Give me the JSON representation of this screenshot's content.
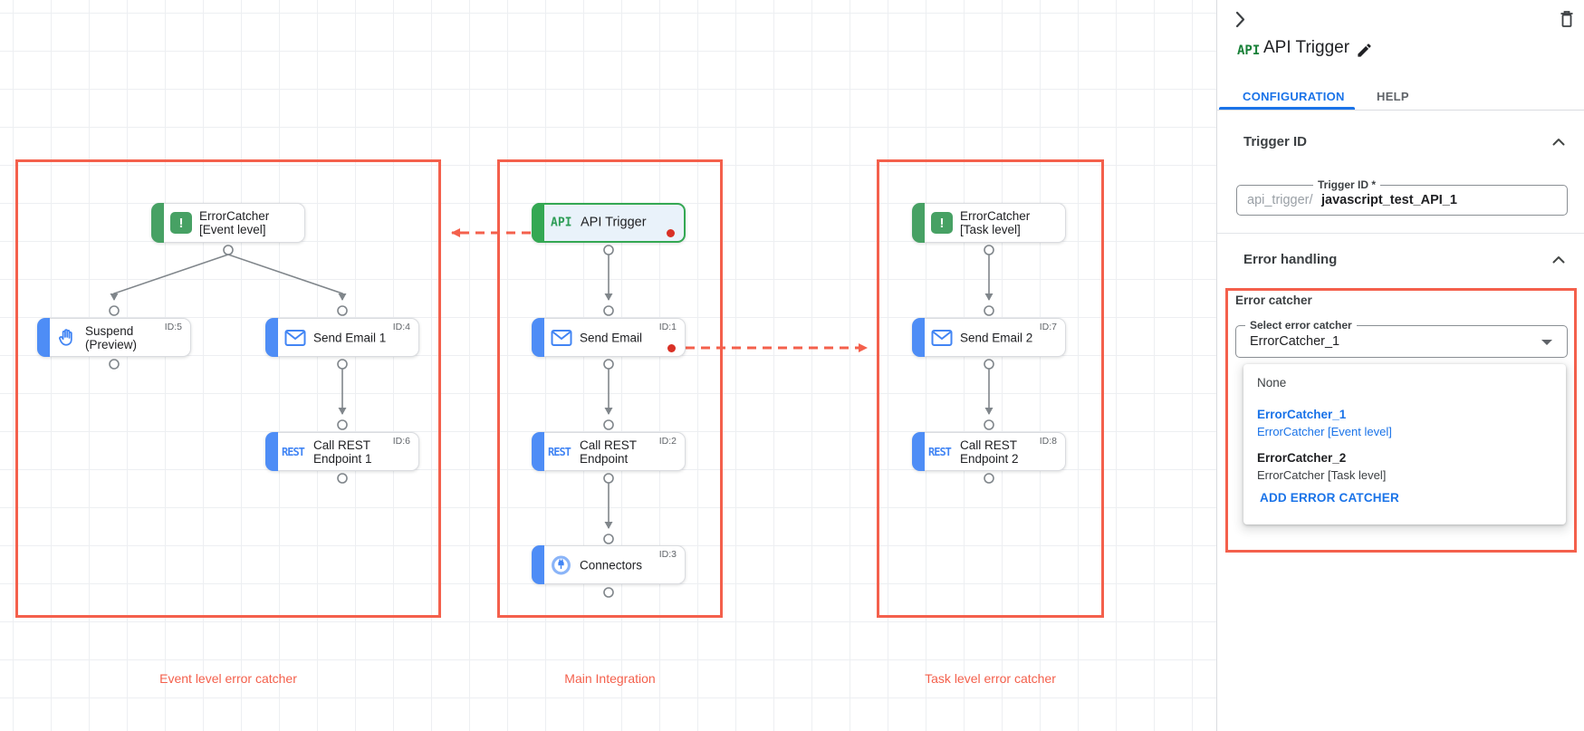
{
  "canvas": {
    "groups": [
      {
        "label": "Event level error catcher"
      },
      {
        "label": "Main Integration"
      },
      {
        "label": "Task level error catcher"
      }
    ],
    "nodes": [
      {
        "label": "ErrorCatcher [Event level]",
        "id_label": "",
        "icon": "error-catcher-icon"
      },
      {
        "label": "Suspend (Preview)",
        "id_label": "ID:5",
        "icon": "hand-icon"
      },
      {
        "label": "Send Email 1",
        "id_label": "ID:4",
        "icon": "mail-icon"
      },
      {
        "label": "Call REST Endpoint 1",
        "id_label": "ID:6",
        "icon": "rest-icon",
        "icon_text": "REST"
      },
      {
        "label": "API Trigger",
        "id_label": "",
        "icon": "api-icon",
        "icon_text": "API"
      },
      {
        "label": "Send Email",
        "id_label": "ID:1",
        "icon": "mail-icon"
      },
      {
        "label": "Call REST Endpoint",
        "id_label": "ID:2",
        "icon": "rest-icon",
        "icon_text": "REST"
      },
      {
        "label": "Connectors",
        "id_label": "ID:3",
        "icon": "connector-icon"
      },
      {
        "label": "ErrorCatcher [Task level]",
        "id_label": "",
        "icon": "error-catcher-icon"
      },
      {
        "label": "Send Email 2",
        "id_label": "ID:7",
        "icon": "mail-icon"
      },
      {
        "label": "Call REST Endpoint 2",
        "id_label": "ID:8",
        "icon": "rest-icon",
        "icon_text": "REST"
      }
    ],
    "error_icon_glyph": "!"
  },
  "panel": {
    "title": "API Trigger",
    "title_icon_text": "API",
    "tabs": [
      {
        "label": "CONFIGURATION"
      },
      {
        "label": "HELP"
      }
    ],
    "trigger_id": {
      "section_title": "Trigger ID",
      "field_label": "Trigger ID *",
      "prefix": "api_trigger/",
      "value": "javascript_test_API_1"
    },
    "error_handling": {
      "section_title": "Error handling",
      "group_label": "Error catcher",
      "select_label": "Select error catcher",
      "select_value": "ErrorCatcher_1",
      "menu": {
        "none_label": "None",
        "options": [
          {
            "name": "ErrorCatcher_1",
            "detail": "ErrorCatcher [Event level]"
          },
          {
            "name": "ErrorCatcher_2",
            "detail": "ErrorCatcher [Task level]"
          }
        ],
        "add_label": "ADD ERROR CATCHER"
      }
    },
    "colors": {
      "accent_red": "#f4604c",
      "accent_blue": "#1a73e8",
      "accent_green": "#34a853"
    }
  }
}
